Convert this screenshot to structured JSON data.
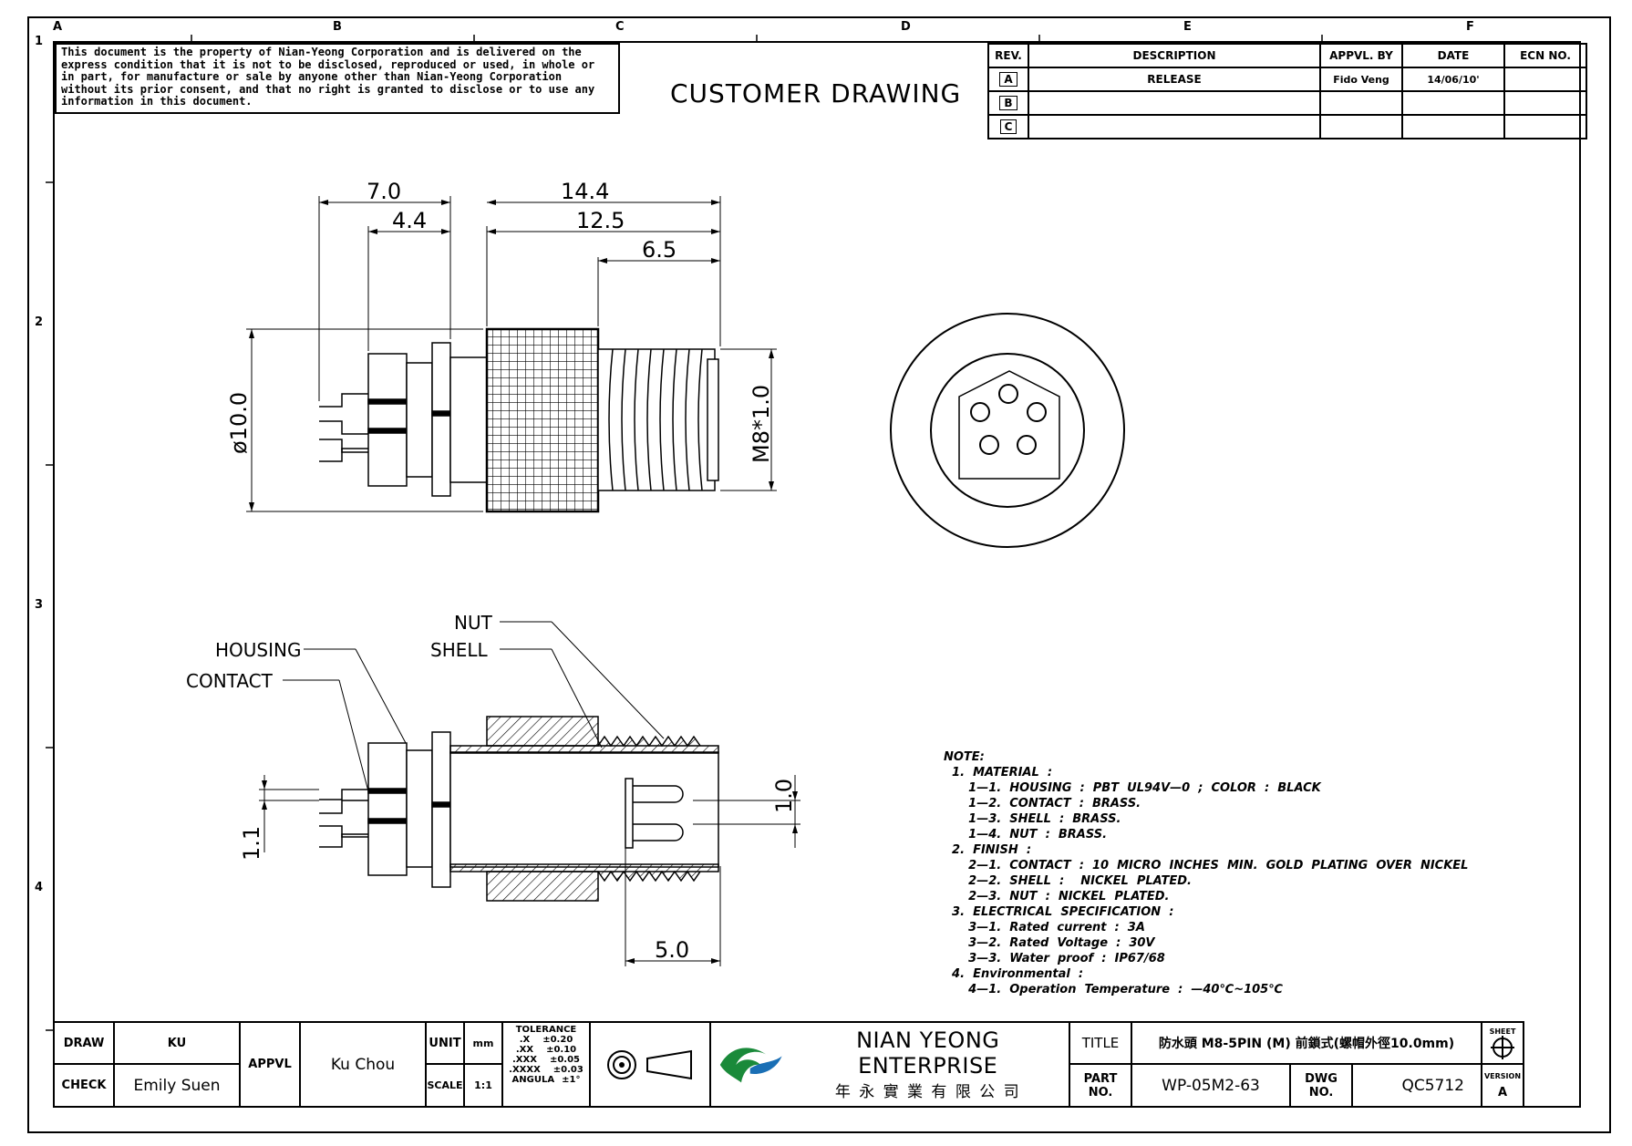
{
  "grid": {
    "columns": [
      "A",
      "B",
      "C",
      "D",
      "E",
      "F"
    ],
    "rows": [
      "1",
      "2",
      "3",
      "4"
    ]
  },
  "disclaimer": "This document is the property of Nian-Yeong Corporation and is delivered on the express condition that it is not to be disclosed, reproduced or used, in whole or in part, for manufacture or sale by anyone other than Nian-Yeong Corporation without its prior consent, and that no right is granted to disclose or to use any information in this document.",
  "header_title": "CUSTOMER DRAWING",
  "revision_table": {
    "headers": [
      "REV.",
      "DESCRIPTION",
      "APPVL. BY",
      "DATE",
      "ECN NO."
    ],
    "rows": [
      {
        "rev": "A",
        "description": "RELEASE",
        "appvl": "Fido Veng",
        "date": "14/06/10'",
        "ecn": ""
      },
      {
        "rev": "B",
        "description": "",
        "appvl": "",
        "date": "",
        "ecn": ""
      },
      {
        "rev": "C",
        "description": "",
        "appvl": "",
        "date": "",
        "ecn": ""
      }
    ]
  },
  "dimensions": {
    "d7_0": "7.0",
    "d4_4": "4.4",
    "d14_4": "14.4",
    "d12_5": "12.5",
    "d6_5": "6.5",
    "dia10": "ø10.0",
    "m8": "M8*1.0",
    "d1_0": "1.0",
    "d1_1": "1.1",
    "d5_0": "5.0"
  },
  "callouts": {
    "nut": "NUT",
    "shell": "SHELL",
    "housing": "HOUSING",
    "contact": "CONTACT"
  },
  "notes": [
    "NOTE:",
    "  1.  MATERIAL  :",
    "      1—1.  HOUSING  :  PBT  UL94V—0  ;  COLOR  :  BLACK",
    "      1—2.  CONTACT  :  BRASS.",
    "      1—3.  SHELL  :  BRASS.",
    "      1—4.  NUT  :  BRASS.",
    "  2.  FINISH  :",
    "      2—1.  CONTACT  :  10  MICRO  INCHES  MIN.  GOLD  PLATING  OVER  NICKEL",
    "      2—2.  SHELL  :    NICKEL  PLATED.",
    "      2—3.  NUT  :  NICKEL  PLATED.",
    "  3.  ELECTRICAL  SPECIFICATION  :",
    "      3—1.  Rated  current  :  3A",
    "      3—2.  Rated  Voltage  :  30V",
    "      3—3.  Water  proof  :  IP67/68",
    "  4.  Environmental  :",
    "      4—1.  Operation  Temperature  :  —40℃~105℃"
  ],
  "title_block": {
    "draw_label": "DRAW",
    "draw_value": "KU",
    "check_label": "CHECK",
    "check_value": "Emily Suen",
    "appvl_label": "APPVL",
    "appvl_value": "Ku Chou",
    "unit_label": "UNIT",
    "unit_value": "mm",
    "scale_label": "SCALE",
    "scale_value": "1:1",
    "tolerance_title": "TOLERANCE",
    "tolerances": [
      {
        "k": ".X",
        "v": "±0.20"
      },
      {
        "k": ".XX",
        "v": "±0.10"
      },
      {
        "k": ".XXX",
        "v": "±0.05"
      },
      {
        "k": ".XXXX",
        "v": "±0.03"
      },
      {
        "k": "ANGULA",
        "v": "±1°"
      }
    ],
    "company_name": "NIAN YEONG ENTERPRISE",
    "company_chinese": "年 永 實 業 有 限 公 司",
    "title_label": "TITLE",
    "title_value": "防水頭 M8-5PIN (M) 前鎖式(螺帽外徑10.0mm)",
    "part_label": "PART NO.",
    "part_value": "WP-05M2-63",
    "dwg_label": "DWG NO.",
    "dwg_value": "QC5712",
    "sheet_label": "SHEET",
    "version_label": "VERSION",
    "version_value": "A"
  }
}
